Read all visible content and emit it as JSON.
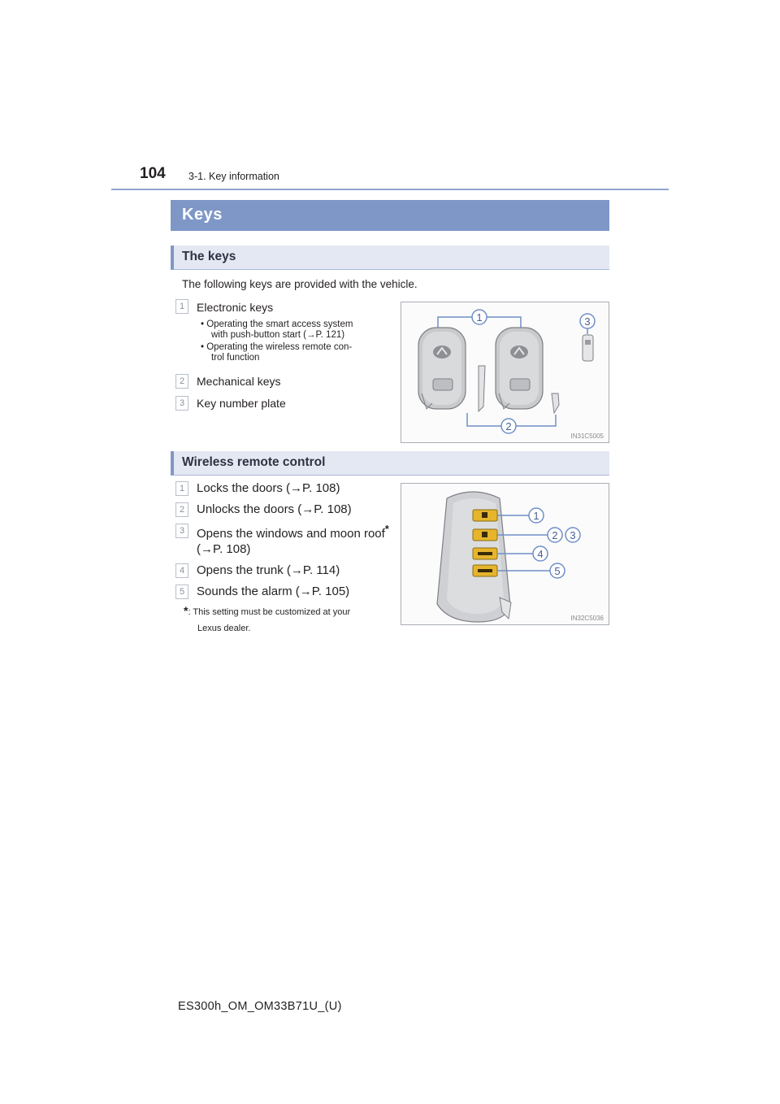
{
  "header": {
    "page_number": "104",
    "section": "3-1. Key information"
  },
  "title": "Keys",
  "keys_section": {
    "heading": "The keys",
    "intro": "The following keys are provided with the vehicle.",
    "items": [
      {
        "num": "1",
        "label": "Electronic keys",
        "bullets": [
          {
            "line1": "• Operating the smart access system",
            "line2": "with push-button start (→P. 121)"
          },
          {
            "line1": "• Operating the wireless remote con-",
            "line2": "trol function"
          }
        ]
      },
      {
        "num": "2",
        "label": "Mechanical keys"
      },
      {
        "num": "3",
        "label": "Key number plate"
      }
    ],
    "figure": {
      "code": "IN31C5005",
      "callouts": [
        "1",
        "2",
        "3"
      ]
    }
  },
  "remote_section": {
    "heading": "Wireless remote control",
    "items": [
      {
        "num": "1",
        "label": "Locks the doors (→P. 108)"
      },
      {
        "num": "2",
        "label": "Unlocks the doors (→P. 108)"
      },
      {
        "num": "3",
        "label": "Opens the windows and moon roof",
        "star": "*",
        "line2": "(→P. 108)"
      },
      {
        "num": "4",
        "label": "Opens the trunk (→P. 114)"
      },
      {
        "num": "5",
        "label": "Sounds the alarm (→P. 105)"
      }
    ],
    "footnote": {
      "star": "*",
      "line1": ": This setting must be customized at your",
      "line2": "Lexus dealer."
    },
    "figure": {
      "code": "IN32C5036",
      "callouts": [
        "1",
        "2",
        "3",
        "4",
        "5"
      ]
    }
  },
  "footer": "ES300h_OM_OM33B71U_(U)",
  "colors": {
    "title_bar": "#7f97c7",
    "sub_bar": "#e3e8f3",
    "header_rule": "#8fa6cf",
    "button_gold": "#e6b52c"
  }
}
